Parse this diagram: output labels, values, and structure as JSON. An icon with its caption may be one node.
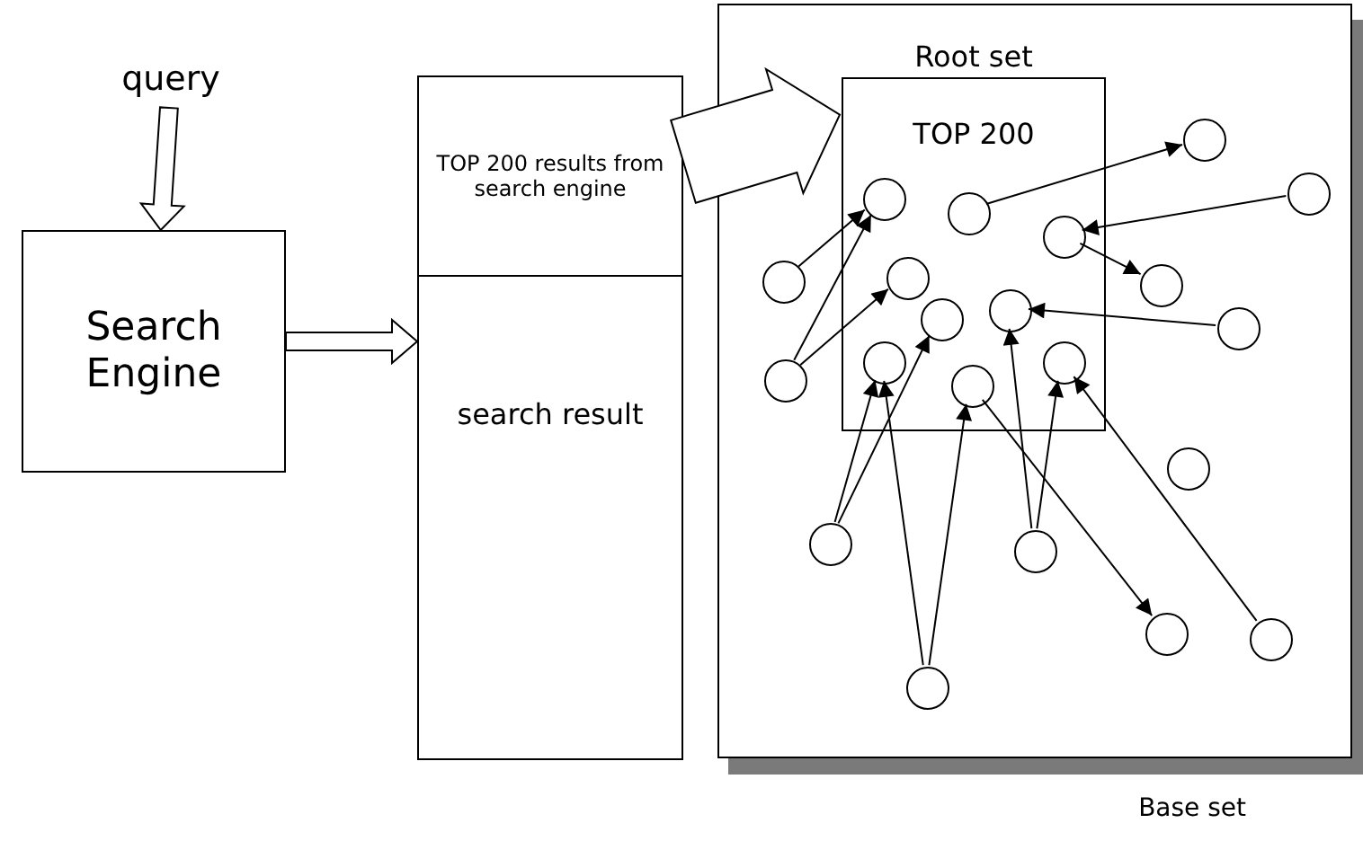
{
  "diagram": {
    "nodes": [
      {
        "text": [
          "query"
        ]
      },
      {
        "text": [
          "Search Engine"
        ]
      },
      {
        "text": [
          "TOP 200 results from search engine"
        ]
      },
      {
        "text": [
          "search result"
        ]
      },
      {
        "text": [
          "Base set"
        ]
      },
      {
        "text": [
          "Root set",
          "TOP 200"
        ],
        "in": 4
      },
      {
        "text": [],
        "shape": "circle",
        "in": 4
      },
      {
        "text": [],
        "shape": "circle",
        "in": 5
      },
      {
        "text": [],
        "shape": "circle",
        "in": 4
      },
      {
        "text": [],
        "shape": "circle",
        "in": 5
      },
      {
        "text": [],
        "shape": "circle",
        "in": 5
      },
      {
        "text": [],
        "shape": "circle",
        "in": 4
      },
      {
        "text": [],
        "shape": "circle",
        "in": 5
      },
      {
        "text": [],
        "shape": "circle",
        "in": 4
      },
      {
        "text": [],
        "shape": "circle",
        "in": 5
      },
      {
        "text": [],
        "shape": "circle",
        "in": 5
      },
      {
        "text": [],
        "shape": "circle",
        "in": 4
      },
      {
        "text": [],
        "shape": "circle",
        "in": 5
      },
      {
        "text": [],
        "shape": "circle",
        "in": 5
      },
      {
        "text": [],
        "shape": "circle",
        "in": 4
      },
      {
        "text": [],
        "shape": "circle",
        "in": 5
      },
      {
        "text": [],
        "shape": "circle",
        "in": 4
      },
      {
        "text": [],
        "shape": "circle",
        "in": 4
      },
      {
        "text": [],
        "shape": "circle",
        "in": 4
      },
      {
        "text": [],
        "shape": "circle",
        "in": 4
      },
      {
        "text": [],
        "shape": "circle",
        "in": 4
      },
      {
        "text": [],
        "shape": "circle",
        "in": 4
      }
    ],
    "edges": [
      {
        "from": 0,
        "to": 1,
        "arrow": "to",
        "style": "thick"
      },
      {
        "from": 1,
        "to": 3,
        "arrow": "to",
        "style": "thick"
      },
      {
        "from": 2,
        "to": 5,
        "arrow": "to",
        "style": "thick"
      },
      {
        "from": 11,
        "to": 7,
        "arrow": "to"
      },
      {
        "from": 19,
        "to": 7,
        "arrow": "to"
      },
      {
        "from": 19,
        "to": 12,
        "arrow": "to"
      },
      {
        "from": 9,
        "to": 6,
        "arrow": "to"
      },
      {
        "from": 8,
        "to": 10,
        "arrow": "to"
      },
      {
        "from": 10,
        "to": 13,
        "arrow": "to"
      },
      {
        "from": 16,
        "to": 14,
        "arrow": "to"
      },
      {
        "from": 22,
        "to": 17,
        "arrow": "to"
      },
      {
        "from": 22,
        "to": 15,
        "arrow": "to"
      },
      {
        "from": 26,
        "to": 17,
        "arrow": "to"
      },
      {
        "from": 26,
        "to": 20,
        "arrow": "to"
      },
      {
        "from": 23,
        "to": 14,
        "arrow": "to"
      },
      {
        "from": 23,
        "to": 18,
        "arrow": "to"
      },
      {
        "from": 20,
        "to": 24,
        "arrow": "to"
      },
      {
        "from": 25,
        "to": 18,
        "arrow": "to"
      }
    ]
  }
}
